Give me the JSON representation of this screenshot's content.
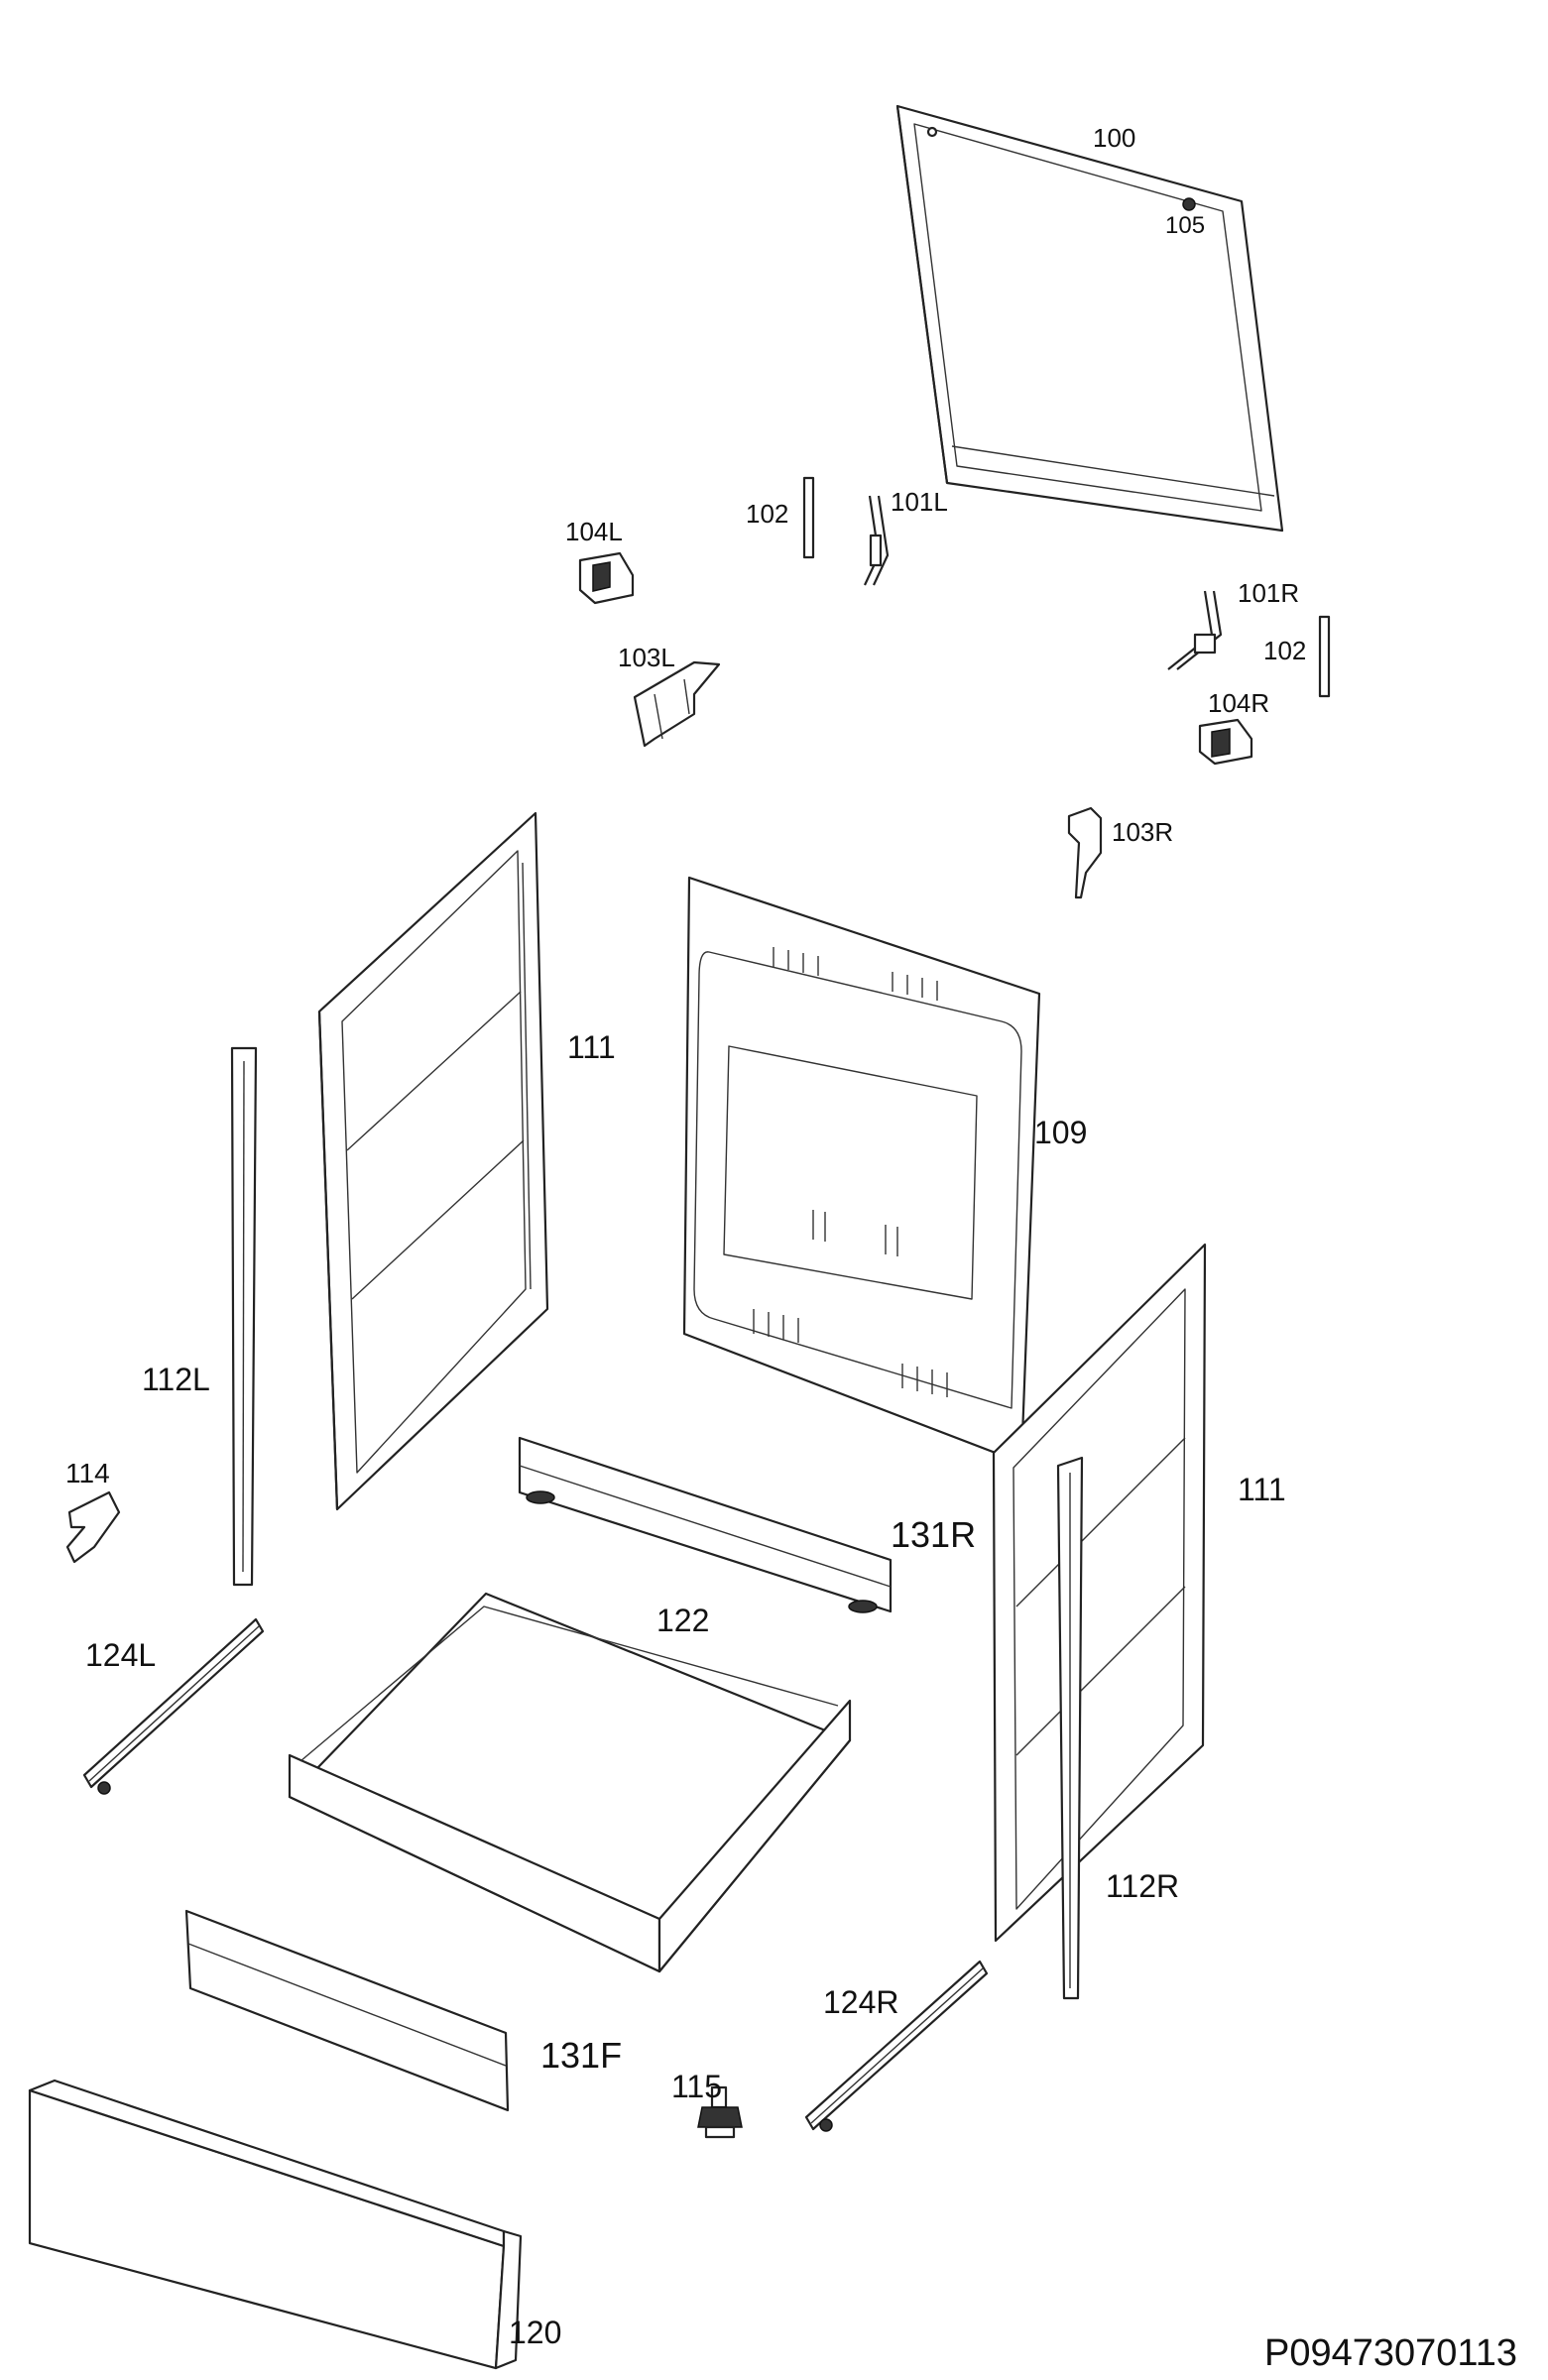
{
  "drawing_code": "P09473070113",
  "parts": {
    "p100": "100",
    "p105": "105",
    "p102a": "102",
    "p101L": "101L",
    "p104L": "104L",
    "p103L": "103L",
    "p101R": "101R",
    "p102b": "102",
    "p104R": "104R",
    "p103R": "103R",
    "p111a": "111",
    "p109": "109",
    "p112L": "112L",
    "p114": "114",
    "p131R": "131R",
    "p111b": "111",
    "p122": "122",
    "p124L": "124L",
    "p112R": "112R",
    "p124R": "124R",
    "p131F": "131F",
    "p115": "115",
    "p120": "120"
  }
}
